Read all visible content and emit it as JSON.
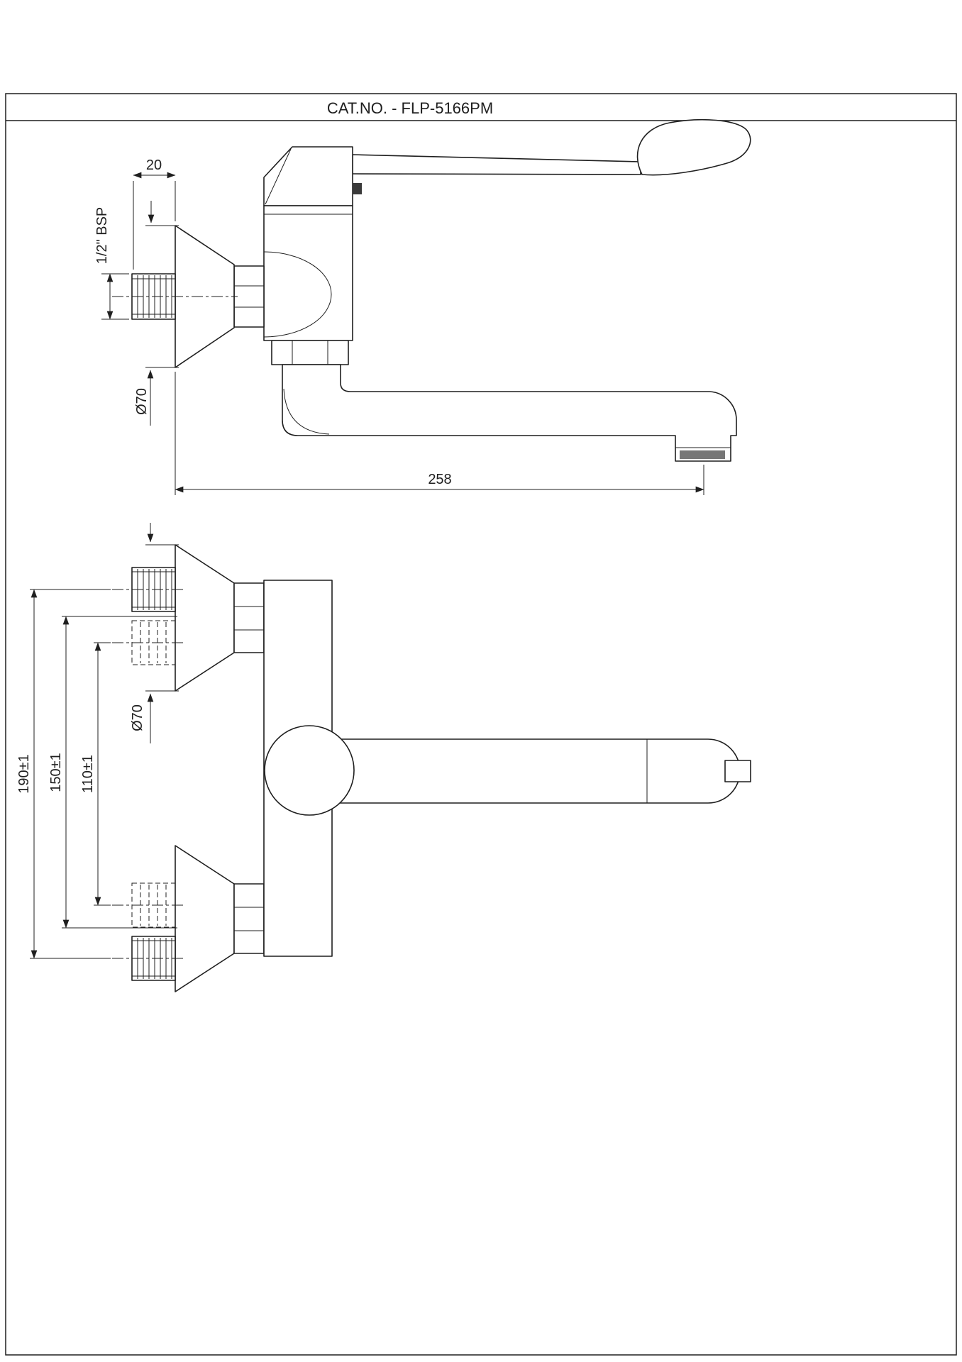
{
  "title_block": {
    "cat_no": "CAT.NO. - FLP-5166PM"
  },
  "views": {
    "side_view": {
      "dim_nipple_offset": "20",
      "dim_thread": "1/2\" BSP",
      "dim_flange_dia": "Ø70",
      "dim_spout_reach": "258"
    },
    "front_view": {
      "dim_inlet_span_outer": "190±1",
      "dim_inlet_span_mid": "150±1",
      "dim_inlet_span_inner": "110±1",
      "dim_flange_dia": "Ø70"
    }
  },
  "colors": {
    "line": "#1f1f1f",
    "background": "#ffffff"
  }
}
